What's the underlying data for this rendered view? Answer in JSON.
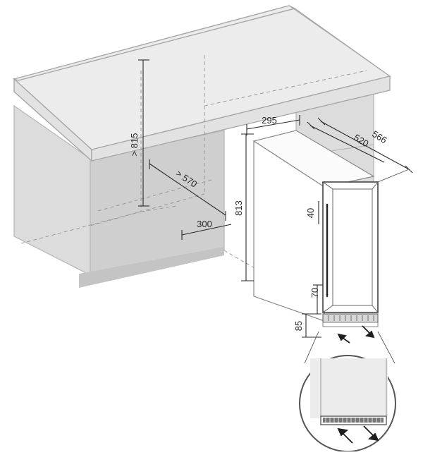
{
  "dimensions": {
    "cabinet_height": "> 815",
    "cabinet_depth": "> 570",
    "opening_width": "300",
    "appliance_height": "813",
    "appliance_width": "295",
    "appliance_depth": "520",
    "depth_with_door": "566",
    "door_clearance": "40",
    "plinth_height": "85",
    "vent_height": "70"
  },
  "icons": {
    "airflow_in": "arrow-in-icon",
    "airflow_out": "arrow-out-icon"
  }
}
